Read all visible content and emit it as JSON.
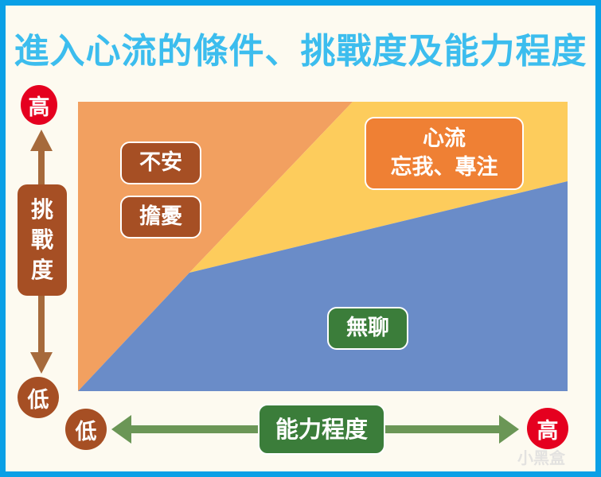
{
  "title": "進入心流的條件、挑戰度及能力程度",
  "y_axis": {
    "label_lines": [
      "挑",
      "戰",
      "度"
    ],
    "high": "高",
    "low": "低"
  },
  "x_axis": {
    "label": "能力程度",
    "high": "高",
    "low": "低"
  },
  "regions": {
    "anxiety": {
      "labels": [
        "不安",
        "擔憂"
      ],
      "color": "#f2a060"
    },
    "flow": {
      "lines": [
        "心流",
        "忘我、專注"
      ],
      "color": "#fdcc5c"
    },
    "boredom": {
      "label": "無聊",
      "color": "#6a8cc8"
    }
  },
  "colors": {
    "border": "#0aa0e6",
    "title": "#3cbdee",
    "axis_y": "#a64f24",
    "axis_x": "#6b9656"
  },
  "watermark": "小黑盒"
}
